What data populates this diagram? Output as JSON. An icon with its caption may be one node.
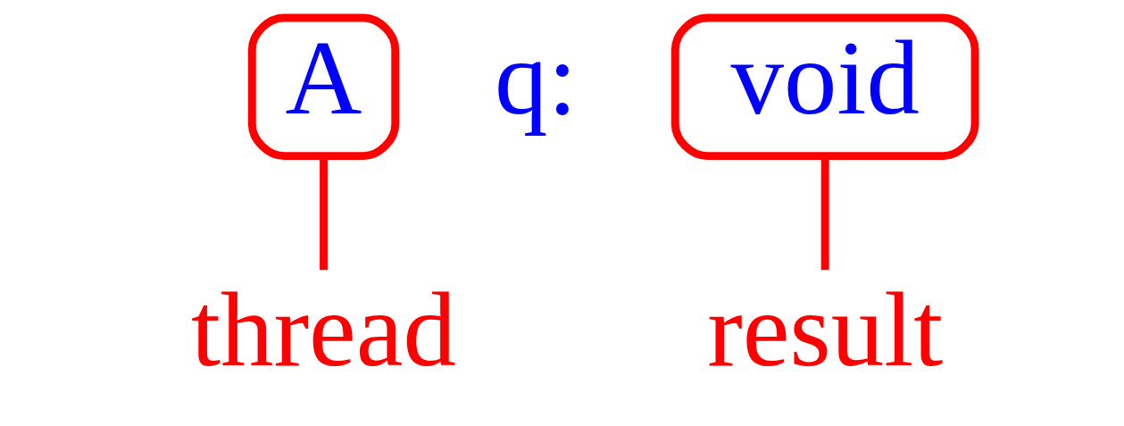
{
  "diagram": {
    "nodes": [
      {
        "text": [
          "A"
        ]
      },
      {
        "text": [
          "void"
        ]
      },
      {
        "text": [
          "thread"
        ]
      },
      {
        "text": [
          "result"
        ]
      }
    ],
    "edges": [
      {
        "from": 2,
        "to": 0,
        "arrow": "none"
      },
      {
        "from": 3,
        "to": 1,
        "arrow": "none"
      }
    ],
    "labels": [
      "q:"
    ]
  }
}
